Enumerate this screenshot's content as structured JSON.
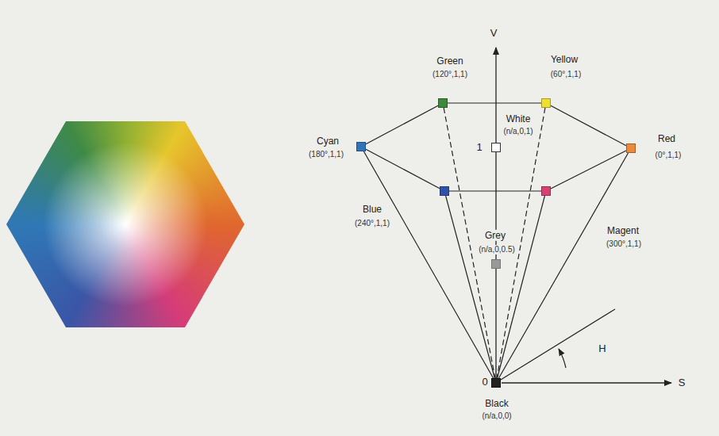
{
  "diagram": {
    "nodes": [
      {
        "text": [
          "Green",
          "(120°,1,1)"
        ]
      },
      {
        "text": [
          "Yellow",
          "(60°,1,1)"
        ]
      },
      {
        "text": [
          "Cyan",
          "(180°,1,1)"
        ]
      },
      {
        "text": [
          "White",
          "(n/a,0,1)"
        ]
      },
      {
        "text": [
          "Red",
          "(0°,1,1)"
        ]
      },
      {
        "text": [
          "Blue",
          "(240°,1,1)"
        ]
      },
      {
        "text": [
          "Magent",
          "(300°,1,1)"
        ]
      },
      {
        "text": [
          "Grey",
          "(n/a,0,0.5)"
        ]
      },
      {
        "text": [
          "Black",
          "(n/a,0,0)"
        ]
      }
    ],
    "edges": [
      {
        "from": 0,
        "to": 1,
        "arrow": "none"
      },
      {
        "from": 1,
        "to": 4,
        "arrow": "none"
      },
      {
        "from": 4,
        "to": 6,
        "arrow": "none"
      },
      {
        "from": 6,
        "to": 5,
        "arrow": "none"
      },
      {
        "from": 5,
        "to": 2,
        "arrow": "none"
      },
      {
        "from": 2,
        "to": 0,
        "arrow": "none"
      },
      {
        "from": 2,
        "to": 8,
        "arrow": "none"
      },
      {
        "from": 0,
        "to": 8,
        "arrow": "none"
      },
      {
        "from": 1,
        "to": 8,
        "arrow": "none"
      },
      {
        "from": 4,
        "to": 8,
        "arrow": "none"
      },
      {
        "from": 5,
        "to": 8,
        "arrow": "none"
      },
      {
        "from": 6,
        "to": 8,
        "arrow": "none"
      }
    ],
    "labels": [
      "V",
      "S",
      "H",
      "1",
      "0"
    ]
  }
}
